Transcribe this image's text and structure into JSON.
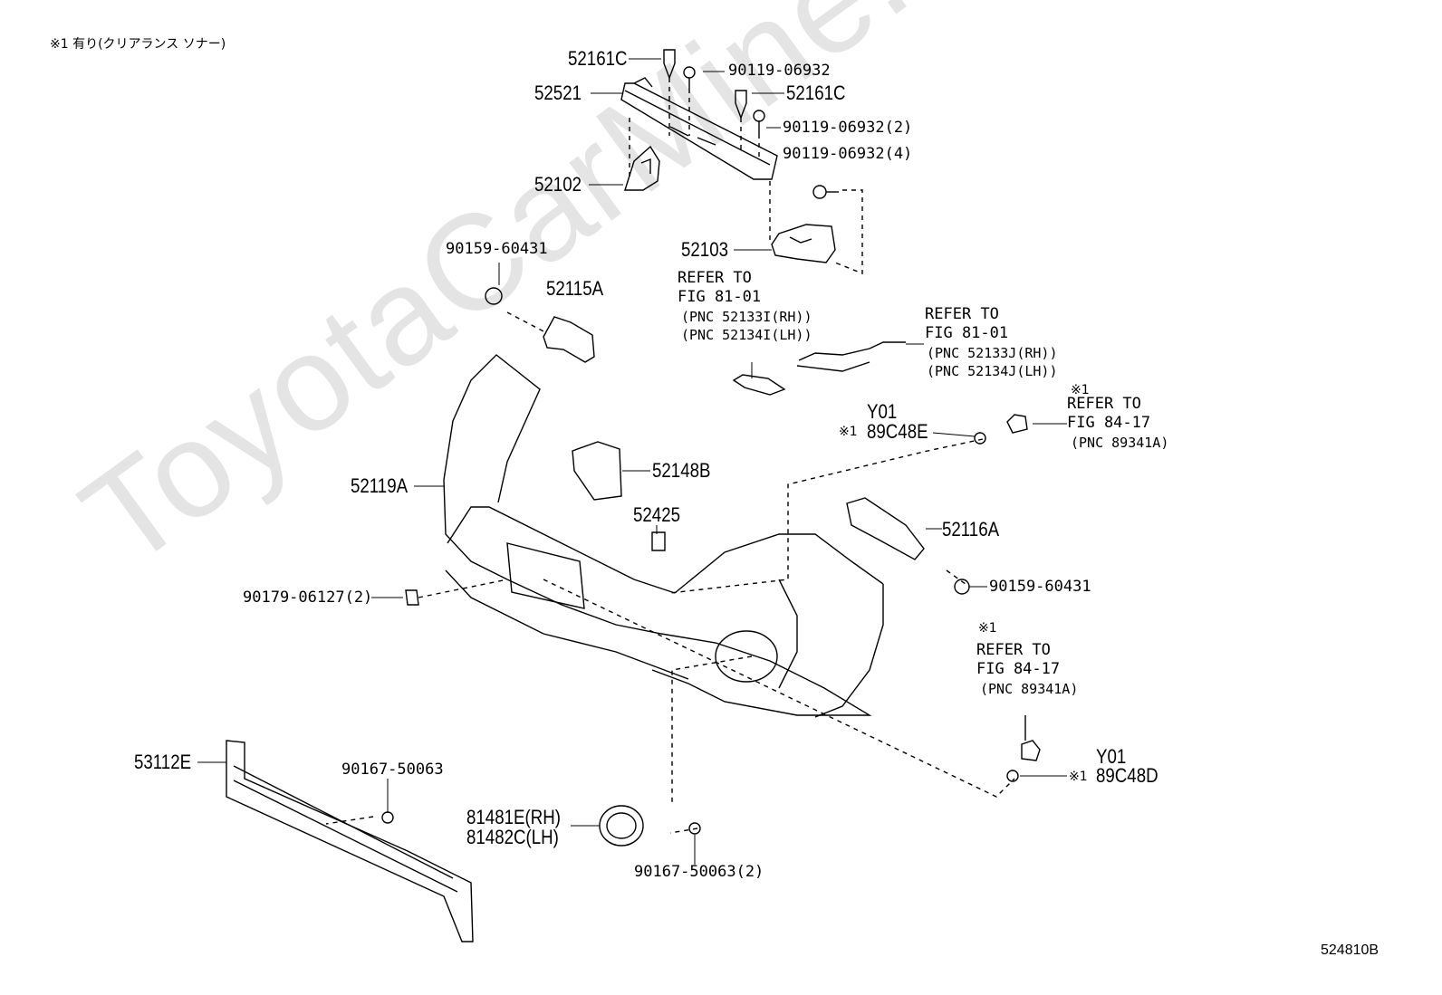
{
  "note_header": "※1 有り(クリアランス ソナー)",
  "watermark": "ToyotaCarMine.ru",
  "figure_code": "524810B",
  "parts": {
    "p52161C_a": "52161C",
    "p52161C_b": "52161C",
    "p52521": "52521",
    "p52102": "52102",
    "p52103": "52103",
    "p52115A": "52115A",
    "p52148B": "52148B",
    "p52425": "52425",
    "p52119A": "52119A",
    "p52116A": "52116A",
    "p53112E": "53112E",
    "p81481E": "81481E(RH)",
    "p81482C": "81482C(LH)",
    "y01_a": "Y01",
    "y01_b": "Y01",
    "p89C48E": "89C48E",
    "p89C48D": "89C48D",
    "mark_a": "※1",
    "mark_b": "※1"
  },
  "fasteners": {
    "f90119_a": "90119-06932",
    "f90119_b": "90119-06932(2)",
    "f90119_c": "90119-06932(4)",
    "f90159_a": "90159-60431",
    "f90159_b": "90159-60431",
    "f90179": "90179-06127(2)",
    "f90167_a": "90167-50063",
    "f90167_b": "90167-50063(2)"
  },
  "references": {
    "ref1": {
      "line1": "REFER TO",
      "line2": "FIG 81-01",
      "line3": "(PNC 52133I(RH))",
      "line4": "(PNC 52134I(LH))"
    },
    "ref2": {
      "line1": "REFER TO",
      "line2": "FIG 81-01",
      "line3": "(PNC 52133J(RH))",
      "line4": "(PNC 52134J(LH))"
    },
    "ref3": {
      "mark": "※1",
      "line1": "REFER TO",
      "line2": "FIG 84-17",
      "line3": "(PNC 89341A)"
    },
    "ref4": {
      "mark": "※1",
      "line1": "REFER TO",
      "line2": "FIG 84-17",
      "line3": "(PNC 89341A)"
    }
  }
}
